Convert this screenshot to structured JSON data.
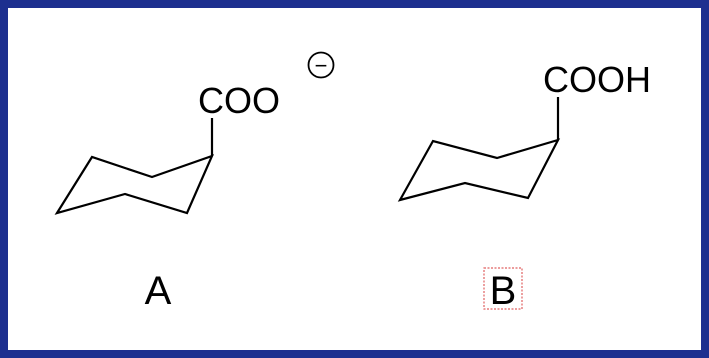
{
  "structures": [
    {
      "id": "A",
      "label": "A",
      "group": "COO",
      "charge_symbol": "−",
      "ring": "cyclohexane-chair"
    },
    {
      "id": "B",
      "label": "B",
      "group": "COOH",
      "ring": "cyclohexane-chair",
      "label_highlighted": true
    }
  ],
  "colors": {
    "border": "#1d2f8f",
    "background": "#ffffff",
    "ink": "#000000",
    "highlight": "#e06060"
  }
}
